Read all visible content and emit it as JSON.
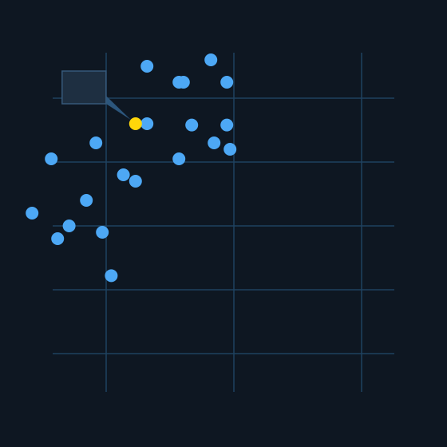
{
  "colors": {
    "background": "#0e1722",
    "grid": "#1f4260",
    "point": "#4da8f5",
    "highlight": "#ffd60a",
    "tooltip_fill": "#1e2f41",
    "tooltip_stroke": "#36597a",
    "tooltip_pointer": "#2c567c"
  },
  "chart_data": {
    "type": "scatter",
    "title": "",
    "xlabel": "",
    "ylabel": "",
    "xlim": [
      -1.4,
      4.0
    ],
    "ylim": [
      -0.6,
      4.7
    ],
    "x_gridlines": [
      0,
      2,
      4
    ],
    "y_gridlines": [
      0,
      1,
      2,
      3,
      4
    ],
    "grid": true,
    "legend": "none",
    "series": [
      {
        "points": [
          {
            "x": 0.64,
            "y": 4.5
          },
          {
            "x": 1.64,
            "y": 4.6
          },
          {
            "x": 1.21,
            "y": 4.25
          },
          {
            "x": 0.64,
            "y": 3.6
          },
          {
            "x": 1.34,
            "y": 3.58
          },
          {
            "x": 1.89,
            "y": 3.58
          },
          {
            "x": 1.69,
            "y": 3.3
          },
          {
            "x": 1.94,
            "y": 3.2
          },
          {
            "x": 1.14,
            "y": 3.05
          },
          {
            "x": -0.16,
            "y": 3.3
          },
          {
            "x": 0.27,
            "y": 2.8
          },
          {
            "x": -1.16,
            "y": 2.2
          },
          {
            "x": -0.31,
            "y": 2.4
          },
          {
            "x": 0.46,
            "y": 2.7
          },
          {
            "x": -0.58,
            "y": 2.0
          },
          {
            "x": -0.86,
            "y": 3.05
          },
          {
            "x": -0.76,
            "y": 1.8
          },
          {
            "x": -0.06,
            "y": 1.9
          },
          {
            "x": 1.14,
            "y": 4.25
          },
          {
            "x": 1.89,
            "y": 4.25
          },
          {
            "x": 0.08,
            "y": 1.22
          }
        ]
      }
    ],
    "highlighted_point": {
      "x": 0.46,
      "y": 3.6
    }
  }
}
